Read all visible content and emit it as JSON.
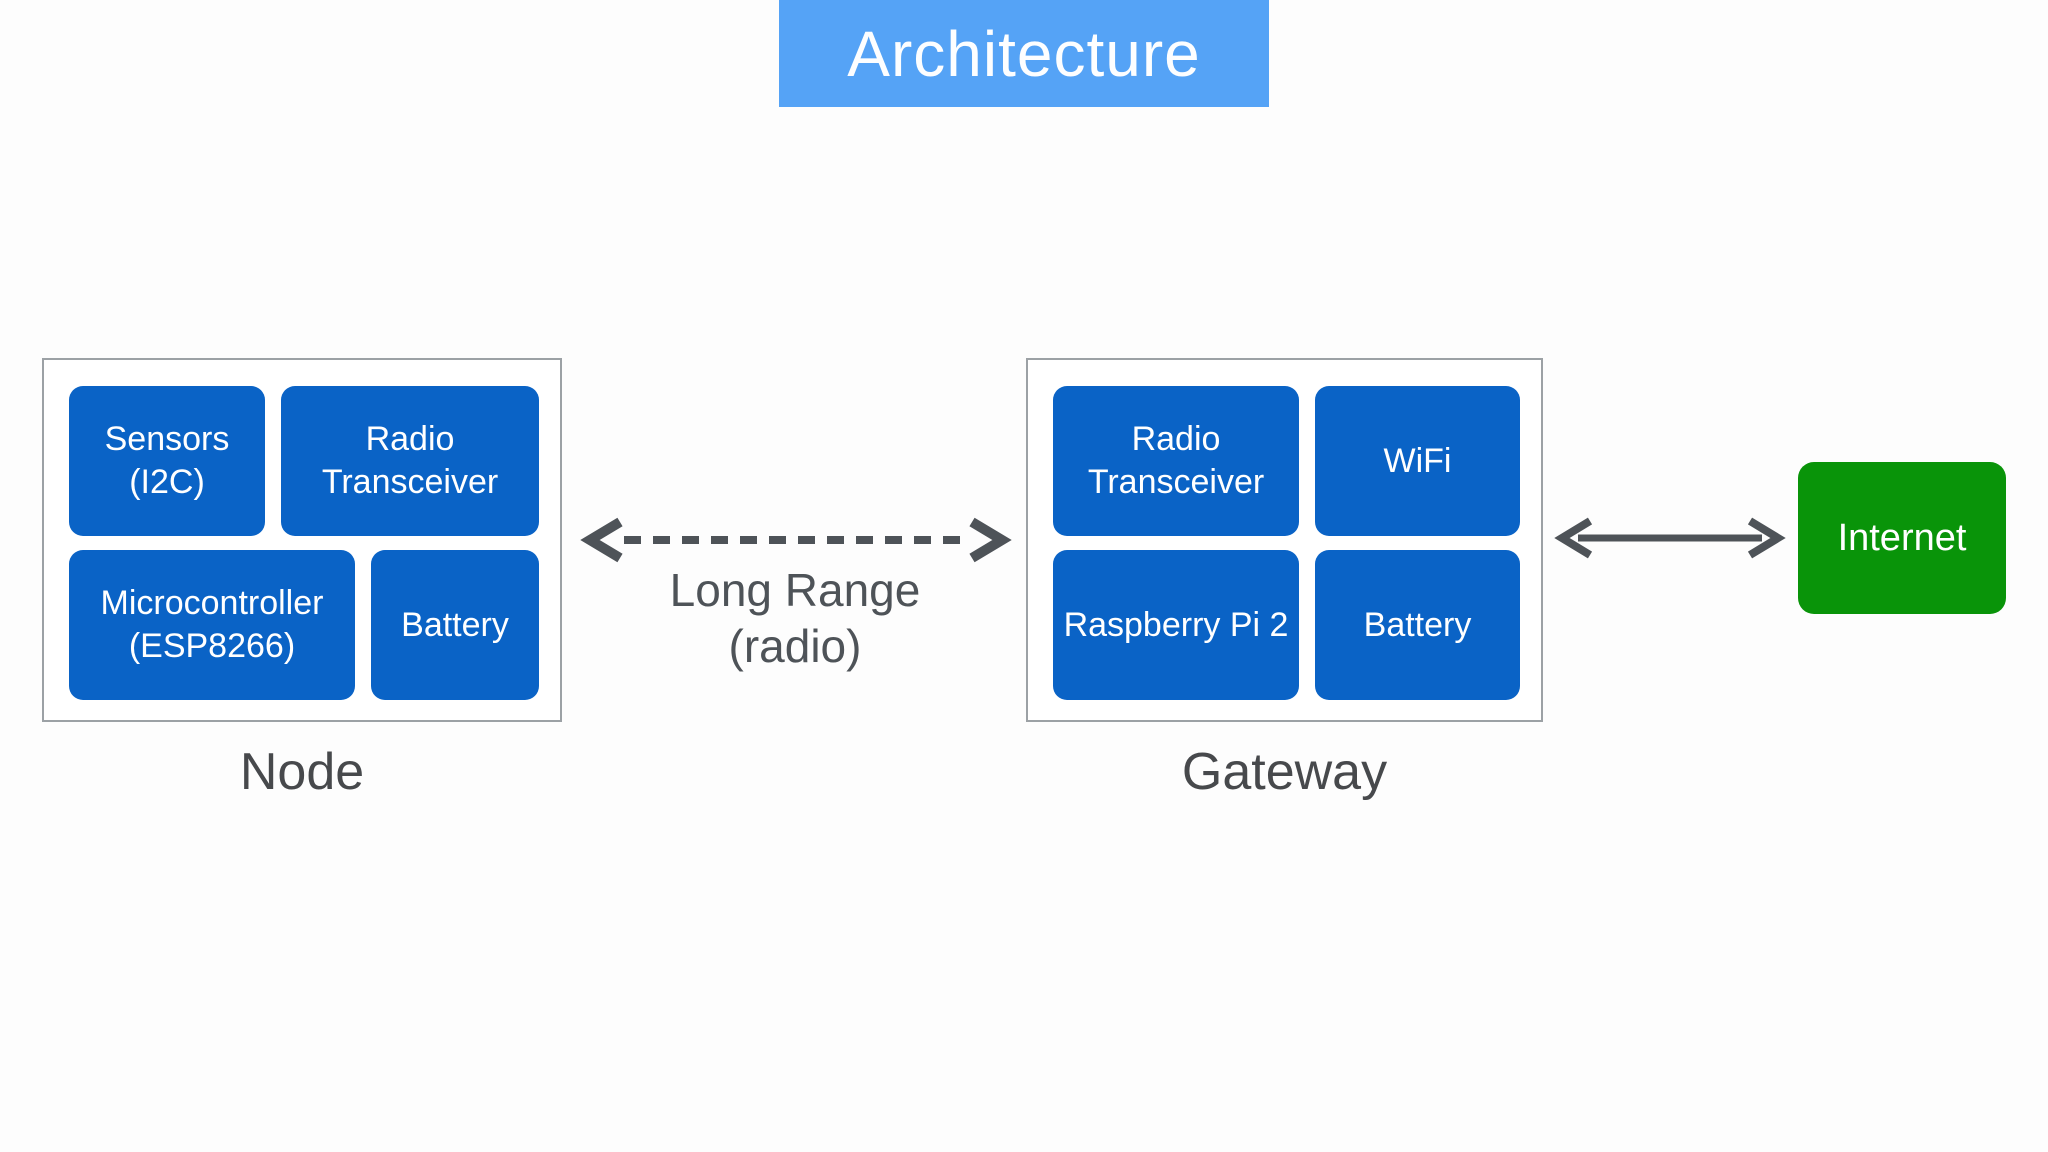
{
  "title": "Architecture",
  "node": {
    "label": "Node",
    "blocks": {
      "sensors": {
        "lines": [
          "Sensors",
          "(I2C)"
        ]
      },
      "radio": {
        "lines": [
          "Radio",
          "Transceiver"
        ]
      },
      "micro": {
        "lines": [
          "Microcontroller",
          "(ESP8266)"
        ]
      },
      "battery": {
        "lines": [
          "Battery"
        ]
      }
    }
  },
  "gateway": {
    "label": "Gateway",
    "blocks": {
      "radio": {
        "lines": [
          "Radio",
          "Transceiver"
        ]
      },
      "wifi": {
        "lines": [
          "WiFi"
        ]
      },
      "raspberry": {
        "lines": [
          "Raspberry Pi 2"
        ]
      },
      "battery": {
        "lines": [
          "Battery"
        ]
      }
    }
  },
  "internet": {
    "label": "Internet"
  },
  "connections": {
    "node_gateway": {
      "type": "dashed-double-arrow",
      "label_lines": [
        "Long Range",
        "(radio)"
      ]
    },
    "gateway_internet": {
      "type": "solid-double-arrow"
    }
  },
  "colors": {
    "background": "#fdfdfd",
    "banner_blue": "#55a3f6",
    "component_blue": "#0a63c6",
    "internet_green": "#099409",
    "arrow_gray": "#4e5358",
    "label_gray": "#47494c",
    "box_border_gray": "#9ca1a5"
  }
}
